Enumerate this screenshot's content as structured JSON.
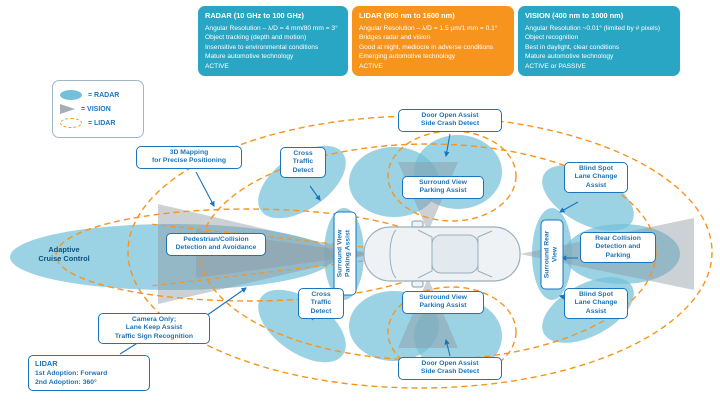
{
  "colors": {
    "teal": "#2aa6c5",
    "orange": "#f7941d",
    "blue": "#1b75bc",
    "radar_fill": "#74c0da",
    "vision_fill": "#8f9aa1",
    "car_stroke": "#9aafbe"
  },
  "info_boxes": {
    "radar": {
      "title": "RADAR (10 GHz to 100 GHz)",
      "lines": [
        "Angular Resolution – λ/D = 4 mm/80 mm = 3°",
        "Object tracking (depth and motion)",
        "Insensitive to environmental conditions",
        "Mature automotive technology",
        "ACTIVE"
      ]
    },
    "lidar": {
      "title": "LIDAR (900 nm to 1600 nm)",
      "lines": [
        "Angular Resolution – λ/D = 1.5 μm/1 mm = 0.1°",
        "Bridges radar and vision",
        "Good at night, mediocre in adverse conditions",
        "Emerging automotive technology",
        "ACTIVE"
      ]
    },
    "vision": {
      "title": "VISION (400 nm to 1000 nm)",
      "lines": [
        "Angular Resolution ~0.01° (limited by # pixels)",
        "Object recognition",
        "Best in daylight, clear conditions",
        "Mature automotive technology",
        "ACTIVE or PASSIVE"
      ]
    }
  },
  "legend": {
    "items": [
      {
        "symbol": "radar",
        "label": "= RADAR"
      },
      {
        "symbol": "vision",
        "label": "= VISION"
      },
      {
        "symbol": "lidar",
        "label": "= LIDAR"
      }
    ]
  },
  "labels": {
    "mapping_3d": "3D Mapping\nfor Precise Positioning",
    "door_open": "Door Open Assist\nSide Crash Detect",
    "blind_spot": "Blind Spot\nLane Change\nAssist",
    "cross_traffic": "Cross\nTraffic\nDetect",
    "surround_view": "Surround View\nParking Assist",
    "adaptive_cruise": "Adaptive\nCruise Control",
    "pedestrian": "Pedestrian/Collision\nDetection and Avoidance",
    "surround_rear": "Surround Rear\nView",
    "rear_collision": "Rear Collision\nDetection and\nParking",
    "camera_only": "Camera Only;\nLane Keep Assist\nTraffic Sign Recognition",
    "lidar_note": {
      "title": "LIDAR",
      "line1": "1st Adoption: Forward",
      "line2": "2nd Adoption: 360°"
    }
  }
}
